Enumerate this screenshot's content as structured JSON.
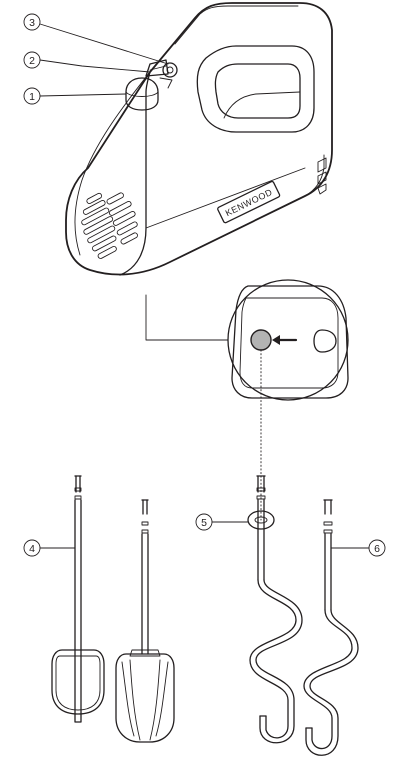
{
  "brand": "KENWOOD",
  "callouts": [
    {
      "id": "1",
      "label": "1"
    },
    {
      "id": "2",
      "label": "2"
    },
    {
      "id": "3",
      "label": "3"
    },
    {
      "id": "4",
      "label": "4"
    },
    {
      "id": "5",
      "label": "5"
    },
    {
      "id": "6",
      "label": "6"
    }
  ],
  "colors": {
    "line": "#231f20",
    "button": "#b3b3b3",
    "background": "#ffffff"
  }
}
